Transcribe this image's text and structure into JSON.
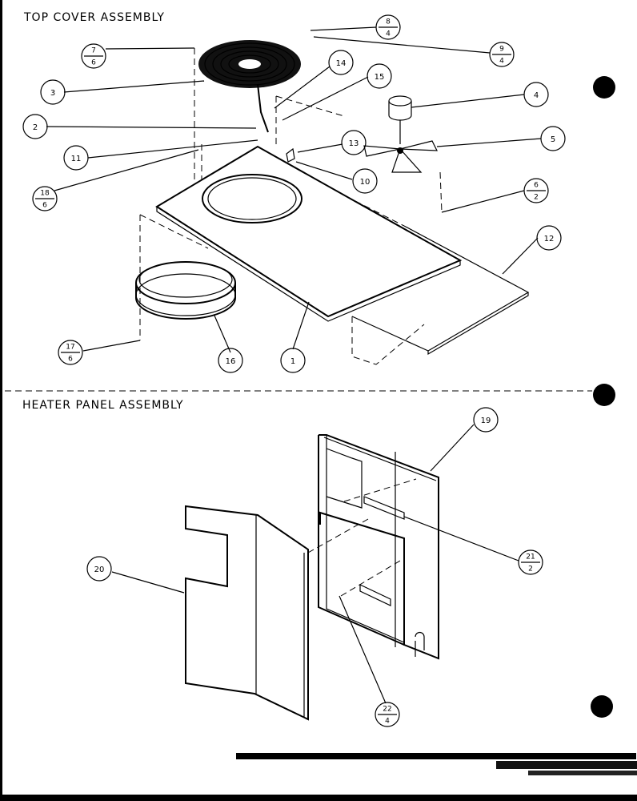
{
  "sections": {
    "top": {
      "title": "TOP COVER ASSEMBLY"
    },
    "bottom": {
      "title": "HEATER PANEL ASSEMBLY"
    }
  },
  "callouts": {
    "c1": "1",
    "c2": "2",
    "c3": "3",
    "c4": "4",
    "c5": "5",
    "c10": "10",
    "c11": "11",
    "c12": "12",
    "c13": "13",
    "c14": "14",
    "c15": "15",
    "c16": "16",
    "c19": "19",
    "c20": "20"
  },
  "fractions": {
    "f7_6": {
      "num": "7",
      "den": "6"
    },
    "f8_4": {
      "num": "8",
      "den": "4"
    },
    "f9_4": {
      "num": "9",
      "den": "4"
    },
    "f18_6": {
      "num": "18",
      "den": "6"
    },
    "f6_2": {
      "num": "6",
      "den": "2"
    },
    "f17_6": {
      "num": "17",
      "den": "6"
    },
    "f21_2": {
      "num": "21",
      "den": "2"
    },
    "f22_4": {
      "num": "22",
      "den": "4"
    }
  }
}
